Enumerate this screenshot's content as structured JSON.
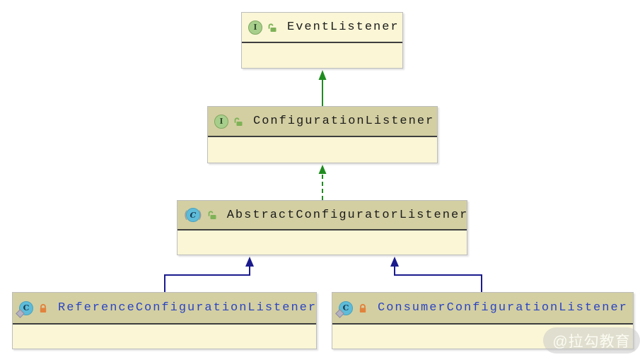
{
  "diagram": {
    "nodes": [
      {
        "name": "EventListener",
        "kind": "interface",
        "type_icon": "interface-icon",
        "lock_icon": "open-lock-icon",
        "header_style": "plain"
      },
      {
        "name": "ConfigurationListener",
        "kind": "interface",
        "type_icon": "interface-icon",
        "lock_icon": "open-lock-icon",
        "header_style": "tan"
      },
      {
        "name": "AbstractConfiguratorListener",
        "kind": "abstract-class",
        "type_icon": "abstract-class-icon",
        "lock_icon": "open-lock-icon",
        "header_style": "tan"
      },
      {
        "name": "ReferenceConfigurationListener",
        "kind": "class",
        "type_icon": "class-icon",
        "lock_icon": "closed-lock-icon",
        "header_style": "tan"
      },
      {
        "name": "ConsumerConfigurationListener",
        "kind": "class",
        "type_icon": "class-icon",
        "lock_icon": "closed-lock-icon",
        "header_style": "tan"
      }
    ],
    "edges": [
      {
        "from": "ConfigurationListener",
        "to": "EventListener",
        "relation": "extends",
        "line": "solid",
        "color": "#1f8c1f"
      },
      {
        "from": "AbstractConfiguratorListener",
        "to": "ConfigurationListener",
        "relation": "implements",
        "line": "dashed",
        "color": "#1f8c1f"
      },
      {
        "from": "ReferenceConfigurationListener",
        "to": "AbstractConfiguratorListener",
        "relation": "extends",
        "line": "solid",
        "color": "#1b1b8e"
      },
      {
        "from": "ConsumerConfigurationListener",
        "to": "AbstractConfiguratorListener",
        "relation": "extends",
        "line": "solid",
        "color": "#1b1b8e"
      }
    ]
  },
  "icons": {
    "interface_letter": "I",
    "class_letter": "C",
    "abstract_paren_open": "(",
    "abstract_paren_close": ")"
  },
  "watermark": {
    "text": "@拉勾教育"
  },
  "colors": {
    "node_body_bg": "#faf6d6",
    "node_header_bg": "#d3cfa2",
    "node_border": "#bdbdbd",
    "divider": "#3e3e3e",
    "title_dark": "#1c1c1c",
    "title_blue": "#2b44c4",
    "extends_green": "#1f8c1f",
    "extends_navy": "#1b1b8e",
    "interface_icon_green": "#a8ce8c",
    "class_icon_blue": "#5ebcd9",
    "open_lock_green": "#7fb257",
    "closed_lock_orange": "#e2823c"
  }
}
